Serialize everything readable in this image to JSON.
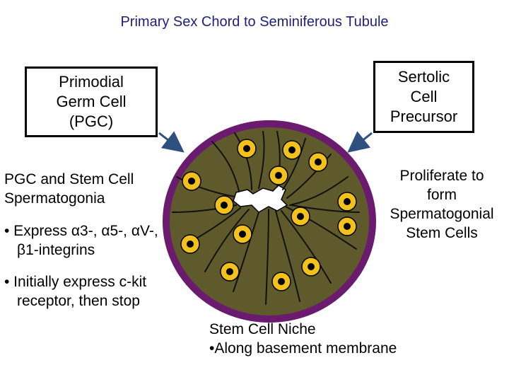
{
  "title": "Primary Sex Chord to Seminiferous Tubule",
  "boxes": {
    "pgc": "Primodial\nGerm Cell\n(PGC)",
    "sertoli": "Sertolic\nCell\nPrecursor"
  },
  "left_text": {
    "heading": "PGC and Stem Cell Spermatogonia",
    "bullets": [
      "• Express α3-, α5-, αV-, β1-integrins",
      "• Initially express c-kit receptor, then stop"
    ]
  },
  "right_text": "Proliferate to\nform\nSpermatogonial\nStem Cells",
  "niche_text": "Stem Cell Niche\n•Along basement membrane",
  "colors": {
    "title": "#1f1f7a",
    "membrane": "#6a1b6e",
    "tubule_fill": "#5e5a2b",
    "cell_fill": "#f2c21b",
    "arrow": "#2f4f7f"
  }
}
